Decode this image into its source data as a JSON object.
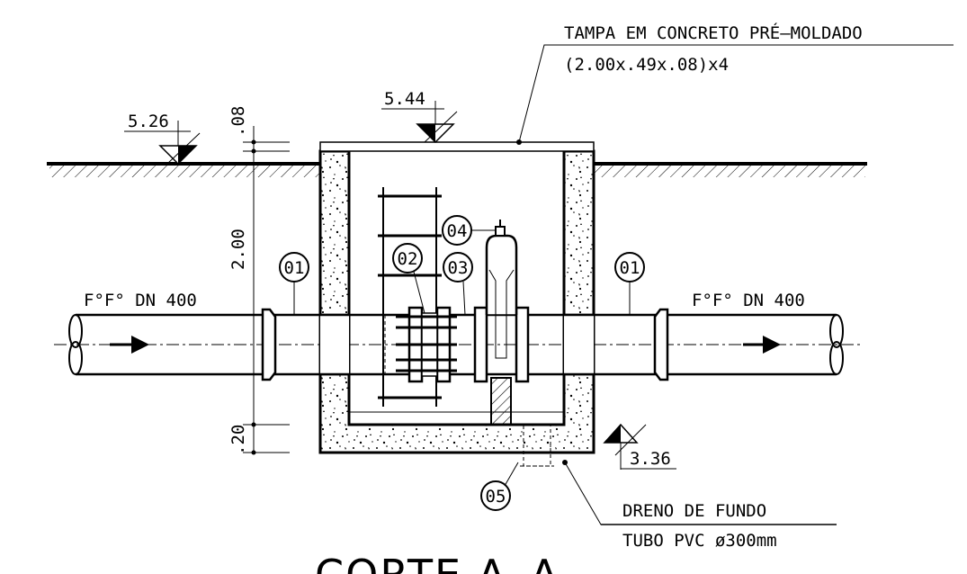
{
  "labels": {
    "tampa_line1": "TAMPA EM CONCRETO PRÉ–MOLDADO",
    "tampa_line2": "(2.00x.49x.08)x4",
    "elev_ground": "5.26",
    "elev_top": "5.44",
    "elev_bottom": "3.36",
    "dim_lid": ".08",
    "dim_height": "2.00",
    "dim_slab": ".20",
    "pipe_left": "F°F° DN 400",
    "pipe_right": "F°F° DN 400",
    "dreno_line1": "DRENO DE FUNDO",
    "dreno_line2": "TUBO PVC ø300mm",
    "title": "CORTE A–A"
  },
  "callouts": {
    "c01_left": "01",
    "c01_right": "01",
    "c02": "02",
    "c03": "03",
    "c04": "04",
    "c05": "05"
  }
}
